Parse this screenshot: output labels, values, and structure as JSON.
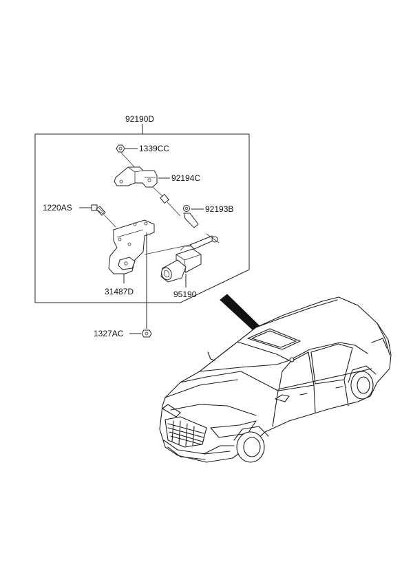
{
  "diagram": {
    "assembly_label": "92190D",
    "parts": {
      "nut_top": "1339CC",
      "bracket_upper": "92194C",
      "bolt": "1220AS",
      "link_clip": "92193B",
      "bracket_lower": "31487D",
      "sensor": "95190",
      "nut_bottom": "1327AC"
    }
  }
}
